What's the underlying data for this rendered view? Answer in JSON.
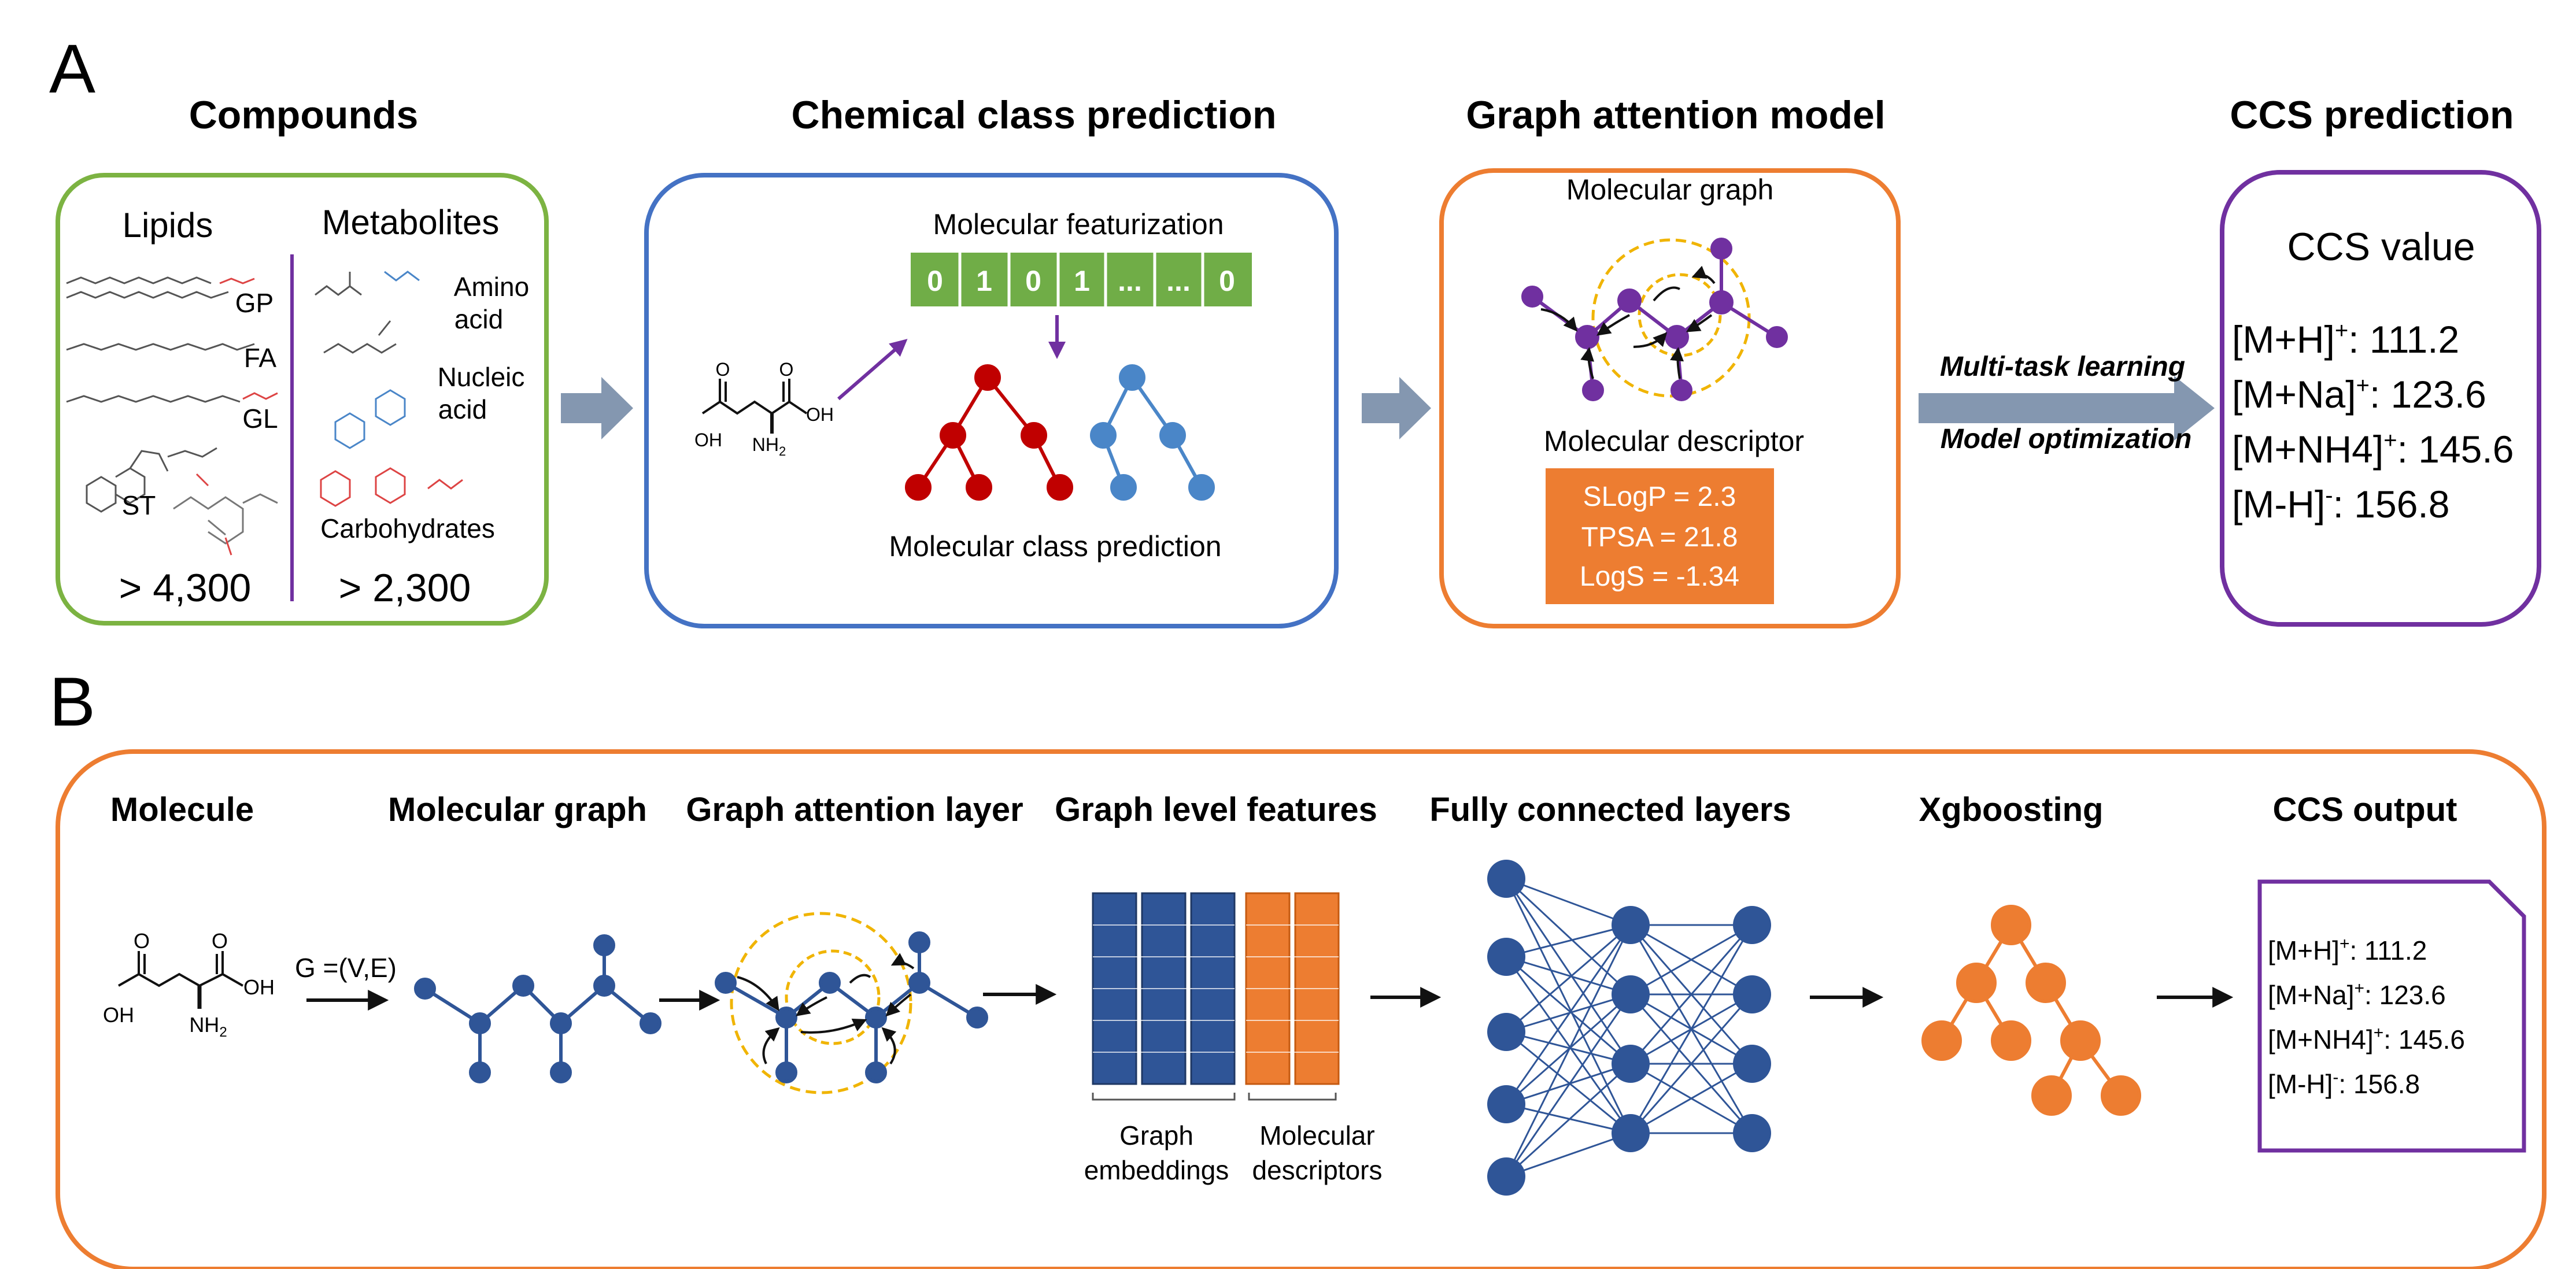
{
  "panel_a": {
    "letter": "A",
    "headers": {
      "compounds": "Compounds",
      "chem_class": "Chemical class prediction",
      "gat": "Graph attention model",
      "ccs": "CCS prediction"
    },
    "compounds": {
      "lipids": "Lipids",
      "metabolites": "Metabolites",
      "gp": "GP",
      "fa": "FA",
      "gl": "GL",
      "st": "ST",
      "amino_acid_1": "Amino",
      "amino_acid_2": "acid",
      "nucleic_acid_1": "Nucleic",
      "nucleic_acid_2": "acid",
      "carbohydrates": "Carbohydrates",
      "lipid_count": "> 4,300",
      "metabolite_count": "> 2,300"
    },
    "chem_class": {
      "featurization_title": "Molecular featurization",
      "bits": [
        "0",
        "1",
        "0",
        "1",
        "...",
        "...",
        "0"
      ],
      "class_prediction": "Molecular class prediction",
      "mol_oh_left": "OH",
      "mol_oh_right": "OH",
      "mol_o_top": "O",
      "mol_o_mid": "O",
      "mol_nh2": "NH",
      "mol_nh2_sub": "2"
    },
    "gat": {
      "graph_title": "Molecular graph",
      "descriptor_title": "Molecular descriptor",
      "descriptors": [
        "SLogP = 2.3",
        "TPSA = 21.8",
        "LogS = -1.34"
      ]
    },
    "arrow_labels": {
      "line1": "Multi-task learning",
      "line2": "Model optimization"
    },
    "ccs": {
      "title": "CCS value",
      "rows": [
        {
          "adduct": "[M+H]",
          "charge": "+",
          "value": ": 111.2"
        },
        {
          "adduct": "[M+Na]",
          "charge": "+",
          "value": ": 123.6"
        },
        {
          "adduct": "[M+NH4]",
          "charge": "+",
          "value": ": 145.6"
        },
        {
          "adduct": "[M-H]",
          "charge": "-",
          "value": ": 156.8"
        }
      ]
    }
  },
  "panel_b": {
    "letter": "B",
    "headers": {
      "molecule": "Molecule",
      "mol_graph": "Molecular graph",
      "gat_layer": "Graph attention layer",
      "graph_features": "Graph level features",
      "fc_layers": "Fully connected layers",
      "xgb": "Xgboosting",
      "ccs_out": "CCS output"
    },
    "graph_eq": "G =(V,E)",
    "embeddings_1": "Graph",
    "embeddings_2": "embeddings",
    "descriptors_1": "Molecular",
    "descriptors_2": "descriptors",
    "ccs_rows": [
      {
        "adduct": "[M+H]",
        "charge": "+",
        "value": ": 111.2"
      },
      {
        "adduct": "[M+Na]",
        "charge": "+",
        "value": ": 123.6"
      },
      {
        "adduct": "[M+NH4]",
        "charge": "+",
        "value": ": 145.6"
      },
      {
        "adduct": "[M-H]",
        "charge": "-",
        "value": ": 156.8"
      }
    ]
  },
  "colors": {
    "green": "#7cb342",
    "blue_box": "#4472c4",
    "orange": "#ed7d31",
    "purple": "#7030a0",
    "node_blue": "#2f5597",
    "red": "#c00000",
    "light_blue": "#4a86c8",
    "gray_arrow": "#8497b0",
    "gold": "#f0b400"
  },
  "icons": [
    "right-arrow-icon",
    "dashed-attention-circle-icon",
    "neural-network-icon",
    "decision-tree-icon",
    "document-icon"
  ]
}
